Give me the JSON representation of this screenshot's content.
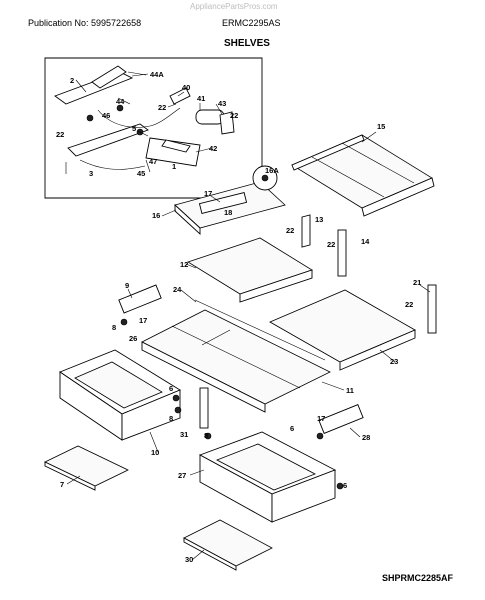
{
  "header": {
    "watermark": "AppliancePartsPros.com",
    "publication": "Publication No: 5995722658",
    "model": "ERMC2295AS",
    "section_title": "SHELVES"
  },
  "footer": {
    "code": "SHPRMC2285AF"
  },
  "callouts": {
    "c2": "2",
    "c44a": "44A",
    "c40": "40",
    "c44": "44",
    "c22a": "22",
    "c41": "41",
    "c43": "43",
    "c46": "46",
    "c22b": "22",
    "c5": "5",
    "c22c": "22",
    "c42": "42",
    "c47": "47",
    "c3": "3",
    "c45": "45",
    "c1": "1",
    "c15": "15",
    "c16a": "16A",
    "c17a": "17",
    "c18": "18",
    "c16": "16",
    "c13": "13",
    "c22d": "22",
    "c22e": "22",
    "c14": "14",
    "c12": "12",
    "c9": "9",
    "c24": "24",
    "c21": "21",
    "c22f": "22",
    "c17b": "17",
    "c8a": "8",
    "c26": "26",
    "c23": "23",
    "c6a": "6",
    "c11": "11",
    "c8b": "8",
    "c31": "31",
    "c8c": "8",
    "c17c": "17",
    "c6b": "6",
    "c28": "28",
    "c10": "10",
    "c7": "7",
    "c27": "27",
    "c6c": "6",
    "c30": "30"
  }
}
